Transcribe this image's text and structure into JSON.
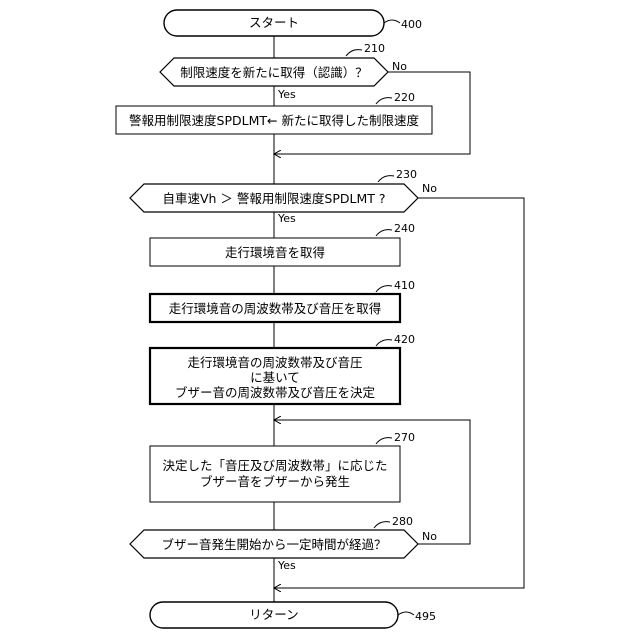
{
  "diagram": {
    "start": {
      "label": "スタート",
      "ref": "400"
    },
    "step210": {
      "label": "制限速度を新たに取得（認識）？",
      "ref": "210",
      "yes": "Yes",
      "no": "No"
    },
    "step220": {
      "label": "警報用制限速度SPDLMT← 新たに取得した制限速度",
      "ref": "220"
    },
    "step230": {
      "label": "自車速Vh ＞ 警報用制限速度SPDLMT ?",
      "ref": "230",
      "yes": "Yes",
      "no": "No"
    },
    "step240": {
      "label": "走行環境音を取得",
      "ref": "240"
    },
    "step410": {
      "label": "走行環境音の周波数帯及び音圧を取得",
      "ref": "410"
    },
    "step420": {
      "lines": [
        "走行環境音の周波数帯及び音圧",
        "に基いて",
        "ブザー音の周波数帯及び音圧を決定"
      ],
      "ref": "420"
    },
    "step270": {
      "lines": [
        "決定した「音圧及び周波数帯」に応じた",
        "ブザー音をブザーから発生"
      ],
      "ref": "270"
    },
    "step280": {
      "label": "ブザー音発生開始から一定時間が経過？",
      "ref": "280",
      "yes": "Yes",
      "no": "No"
    },
    "end": {
      "label": "リターン",
      "ref": "495"
    }
  }
}
